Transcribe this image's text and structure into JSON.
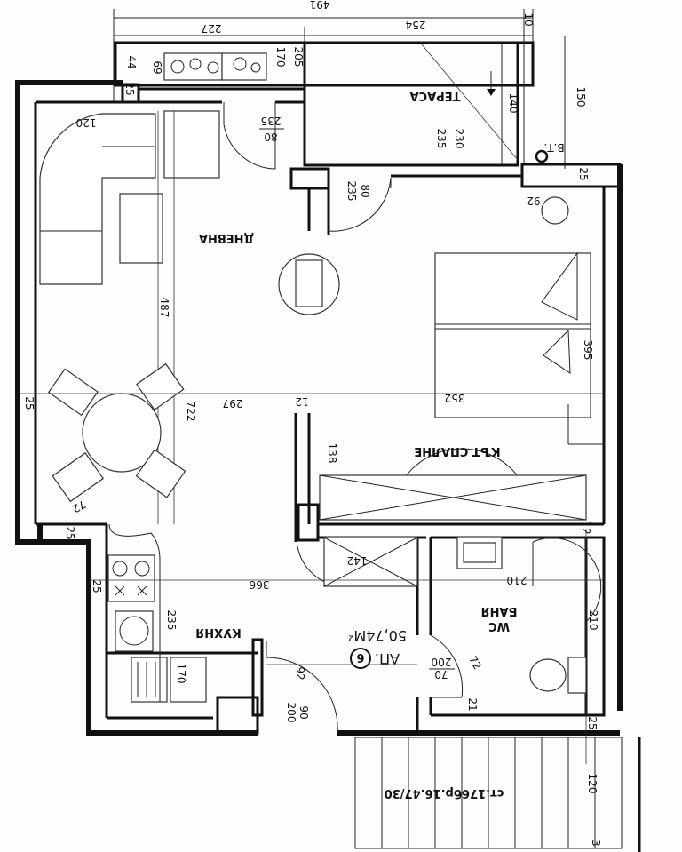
{
  "rooms": {
    "living": "ДНЕВНА",
    "terrace": "ТЕРАСА",
    "bedroom": "КЪТ СПАЛНЕ",
    "kitchen": "КУХНЯ",
    "bathroom_line1": "БАНЯ",
    "bathroom_line2": "WC"
  },
  "apartment": {
    "label": "АП.",
    "number": "6",
    "area": "50,74М²"
  },
  "equipment_label": "В.Т.",
  "plot_ref": "ст.176бр.16.47/30",
  "dims": {
    "d491": "491",
    "d227": "227",
    "d254": "254",
    "d10": "10",
    "d44": "44",
    "d69": "69",
    "d25a": "25",
    "d170": "170",
    "d205": "205",
    "d150": "150",
    "d140": "140",
    "d230": "230",
    "d235a": "235",
    "d120a": "120",
    "d80a": "80",
    "d235b": "235",
    "d80b": "80",
    "d235c": "235",
    "d25b": "25",
    "d92a": "92",
    "d487": "487",
    "d395": "395",
    "d297": "297",
    "d12": "12",
    "d352": "352",
    "d722": "722",
    "d25c": "25",
    "d138": "138",
    "d72a": "72",
    "d25d": "25",
    "d142": "142",
    "d12b": "12",
    "d366": "366",
    "d210a": "210",
    "d25e": "25",
    "d210b": "210",
    "d235d": "235",
    "d170b": "170",
    "d92b": "92",
    "d70": "70",
    "d200a": "200",
    "d72b": "72",
    "d90": "90",
    "d200b": "200",
    "d21": "21",
    "d25f": "25",
    "d120b": "120",
    "d3": "3"
  }
}
